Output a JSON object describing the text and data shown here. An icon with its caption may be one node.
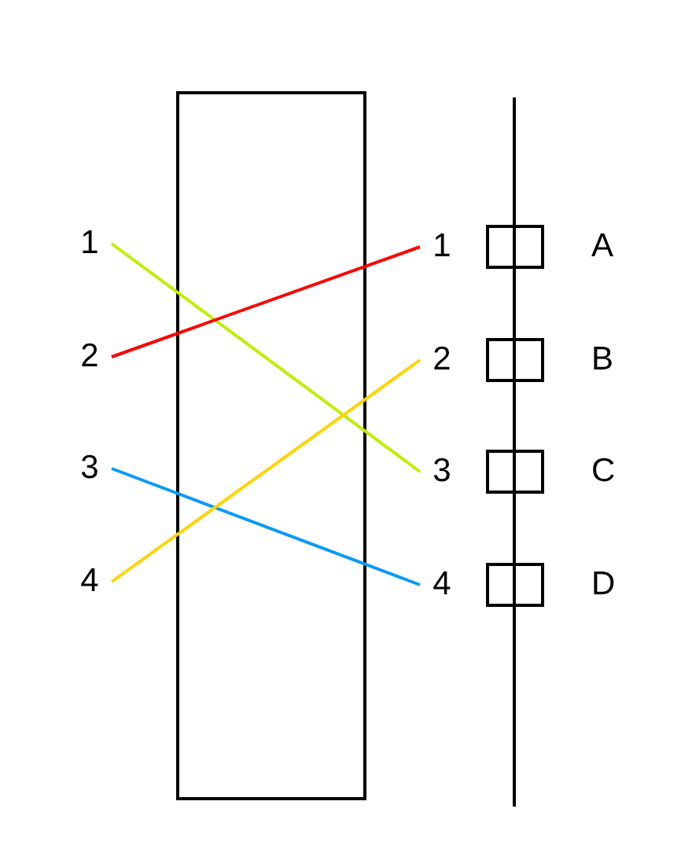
{
  "diagram": {
    "nodes": [
      {
        "text": [
          "1"
        ]
      },
      {
        "text": [
          "2"
        ]
      },
      {
        "text": [
          "3"
        ]
      },
      {
        "text": [
          "4"
        ]
      },
      {
        "text": [
          "1"
        ]
      },
      {
        "text": [
          "2"
        ]
      },
      {
        "text": [
          "3"
        ]
      },
      {
        "text": [
          "4"
        ]
      },
      {
        "text": [],
        "shape": "box",
        "beside": [
          "A"
        ]
      },
      {
        "text": [],
        "shape": "box",
        "beside": [
          "B"
        ]
      },
      {
        "text": [],
        "shape": "box",
        "beside": [
          "C"
        ]
      },
      {
        "text": [],
        "shape": "box",
        "beside": [
          "D"
        ]
      }
    ],
    "edges": [
      {
        "from": 0,
        "to": 6,
        "arrow": "none",
        "color": "#bfef00"
      },
      {
        "from": 1,
        "to": 4,
        "arrow": "none",
        "color": "#ff0000"
      },
      {
        "from": 2,
        "to": 7,
        "arrow": "none",
        "color": "#0a9af5"
      },
      {
        "from": 3,
        "to": 5,
        "arrow": "none",
        "color": "#ffd400"
      }
    ]
  }
}
